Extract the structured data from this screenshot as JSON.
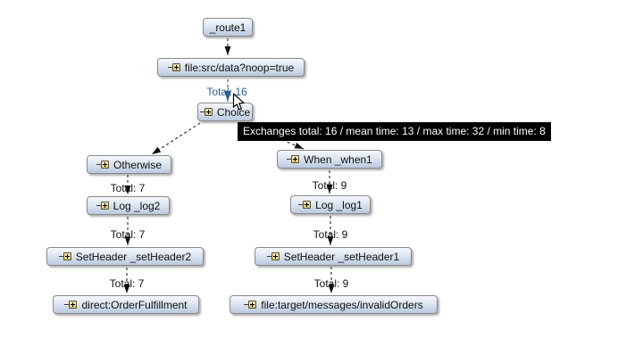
{
  "diagram": {
    "nodes": [
      {
        "id": "route1",
        "label": "_route1",
        "has_icon": false
      },
      {
        "id": "file-src",
        "label": "file:src/data?noop=true",
        "has_icon": true
      },
      {
        "id": "choice",
        "label": "Choice",
        "has_icon": true
      },
      {
        "id": "otherwise",
        "label": "Otherwise",
        "has_icon": true
      },
      {
        "id": "log2",
        "label": "Log _log2",
        "has_icon": true
      },
      {
        "id": "setheader2",
        "label": "SetHeader _setHeader2",
        "has_icon": true
      },
      {
        "id": "direct",
        "label": "direct:OrderFulfillment",
        "has_icon": true
      },
      {
        "id": "when1",
        "label": "When _when1",
        "has_icon": true
      },
      {
        "id": "log1",
        "label": "Log _log1",
        "has_icon": true
      },
      {
        "id": "setheader1",
        "label": "SetHeader _setHeader1",
        "has_icon": true
      },
      {
        "id": "file-target",
        "label": "file:target/messages/invalidOrders",
        "has_icon": true
      }
    ],
    "edge_labels": [
      {
        "id": "total-16",
        "text": "Total: 16",
        "highlighted": true
      },
      {
        "id": "total-7-1",
        "text": "Total: 7",
        "highlighted": false
      },
      {
        "id": "total-7-2",
        "text": "Total: 7",
        "highlighted": false
      },
      {
        "id": "total-7-3",
        "text": "Total: 7",
        "highlighted": false
      },
      {
        "id": "total-9-1",
        "text": "Total: 9",
        "highlighted": false
      },
      {
        "id": "total-9-2",
        "text": "Total: 9",
        "highlighted": false
      },
      {
        "id": "total-9-3",
        "text": "Total: 9",
        "highlighted": false
      }
    ],
    "tooltip": {
      "text": "Exchanges total: 16 / mean time: 13 / max time: 32 / min time: 8"
    },
    "colors": {
      "node_fill_top": "#f5f8fc",
      "node_fill_bottom": "#bac9df",
      "node_border": "#8a8a8a",
      "edge_black": "#111111",
      "edge_highlight_blue": "#2b6193",
      "tooltip_bg": "#000000",
      "tooltip_fg": "#ffffff",
      "icon_fill": "#d9c472"
    }
  }
}
